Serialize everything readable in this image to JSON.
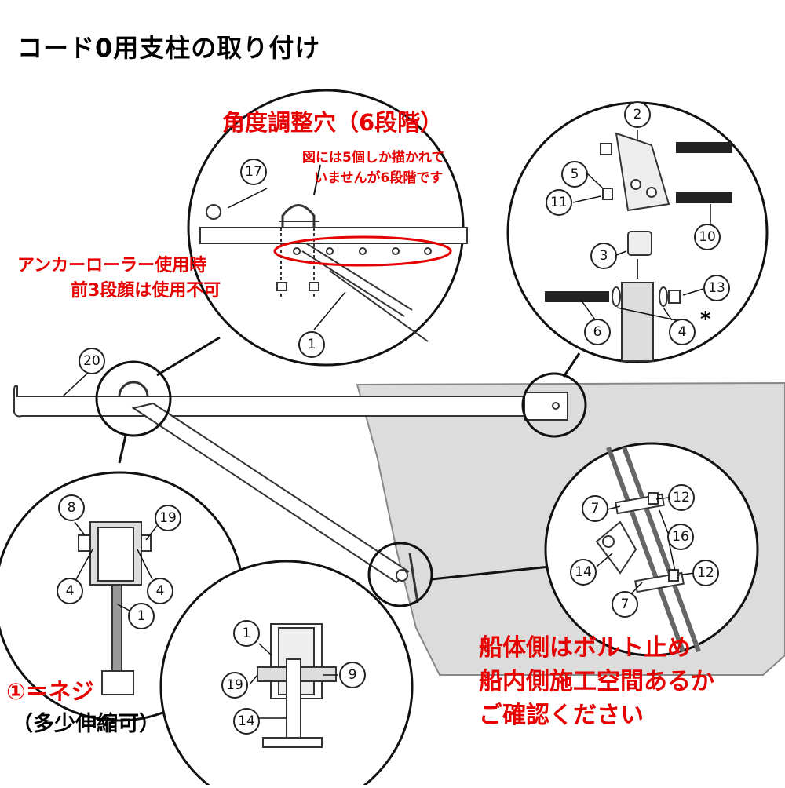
{
  "title": "コード0用支柱の取り付け",
  "notes": {
    "angle_holes": "角度調整穴（6段階）",
    "five_holes_line1": "図には5個しか描かれて",
    "five_holes_line2": "いませんが6段階です",
    "anchor_line1": "アンカーローラー使用時",
    "anchor_line2": "前3段顔は使用不可",
    "screw_line1": "①＝ネジ",
    "screw_line2": "（多少伸縮可）",
    "hull_line1": "船体側はボルト止め",
    "hull_line2": "船内側施工空間あるか",
    "hull_line3": "ご確認ください"
  },
  "callouts": {
    "c17": "17",
    "c1_top": "1",
    "c2": "2",
    "c5": "5",
    "c11": "11",
    "c10": "10",
    "c3": "3",
    "c13": "13",
    "c6": "6",
    "c4_right": "4",
    "c20": "20",
    "c8": "8",
    "c19_left": "19",
    "c4_a": "4",
    "c4_b": "4",
    "c1_left": "1",
    "c1_bottom": "1",
    "c19_bottom": "19",
    "c9": "9",
    "c14_bottom": "14",
    "c7_top": "7",
    "c12_top": "12",
    "c16": "16",
    "c14_right": "14",
    "c12_bottom": "12",
    "c7_bottom": "7"
  },
  "star": "*",
  "colors": {
    "accent_red": "#e60000",
    "line": "#222222",
    "hull_fill": "#dcdcdc"
  }
}
